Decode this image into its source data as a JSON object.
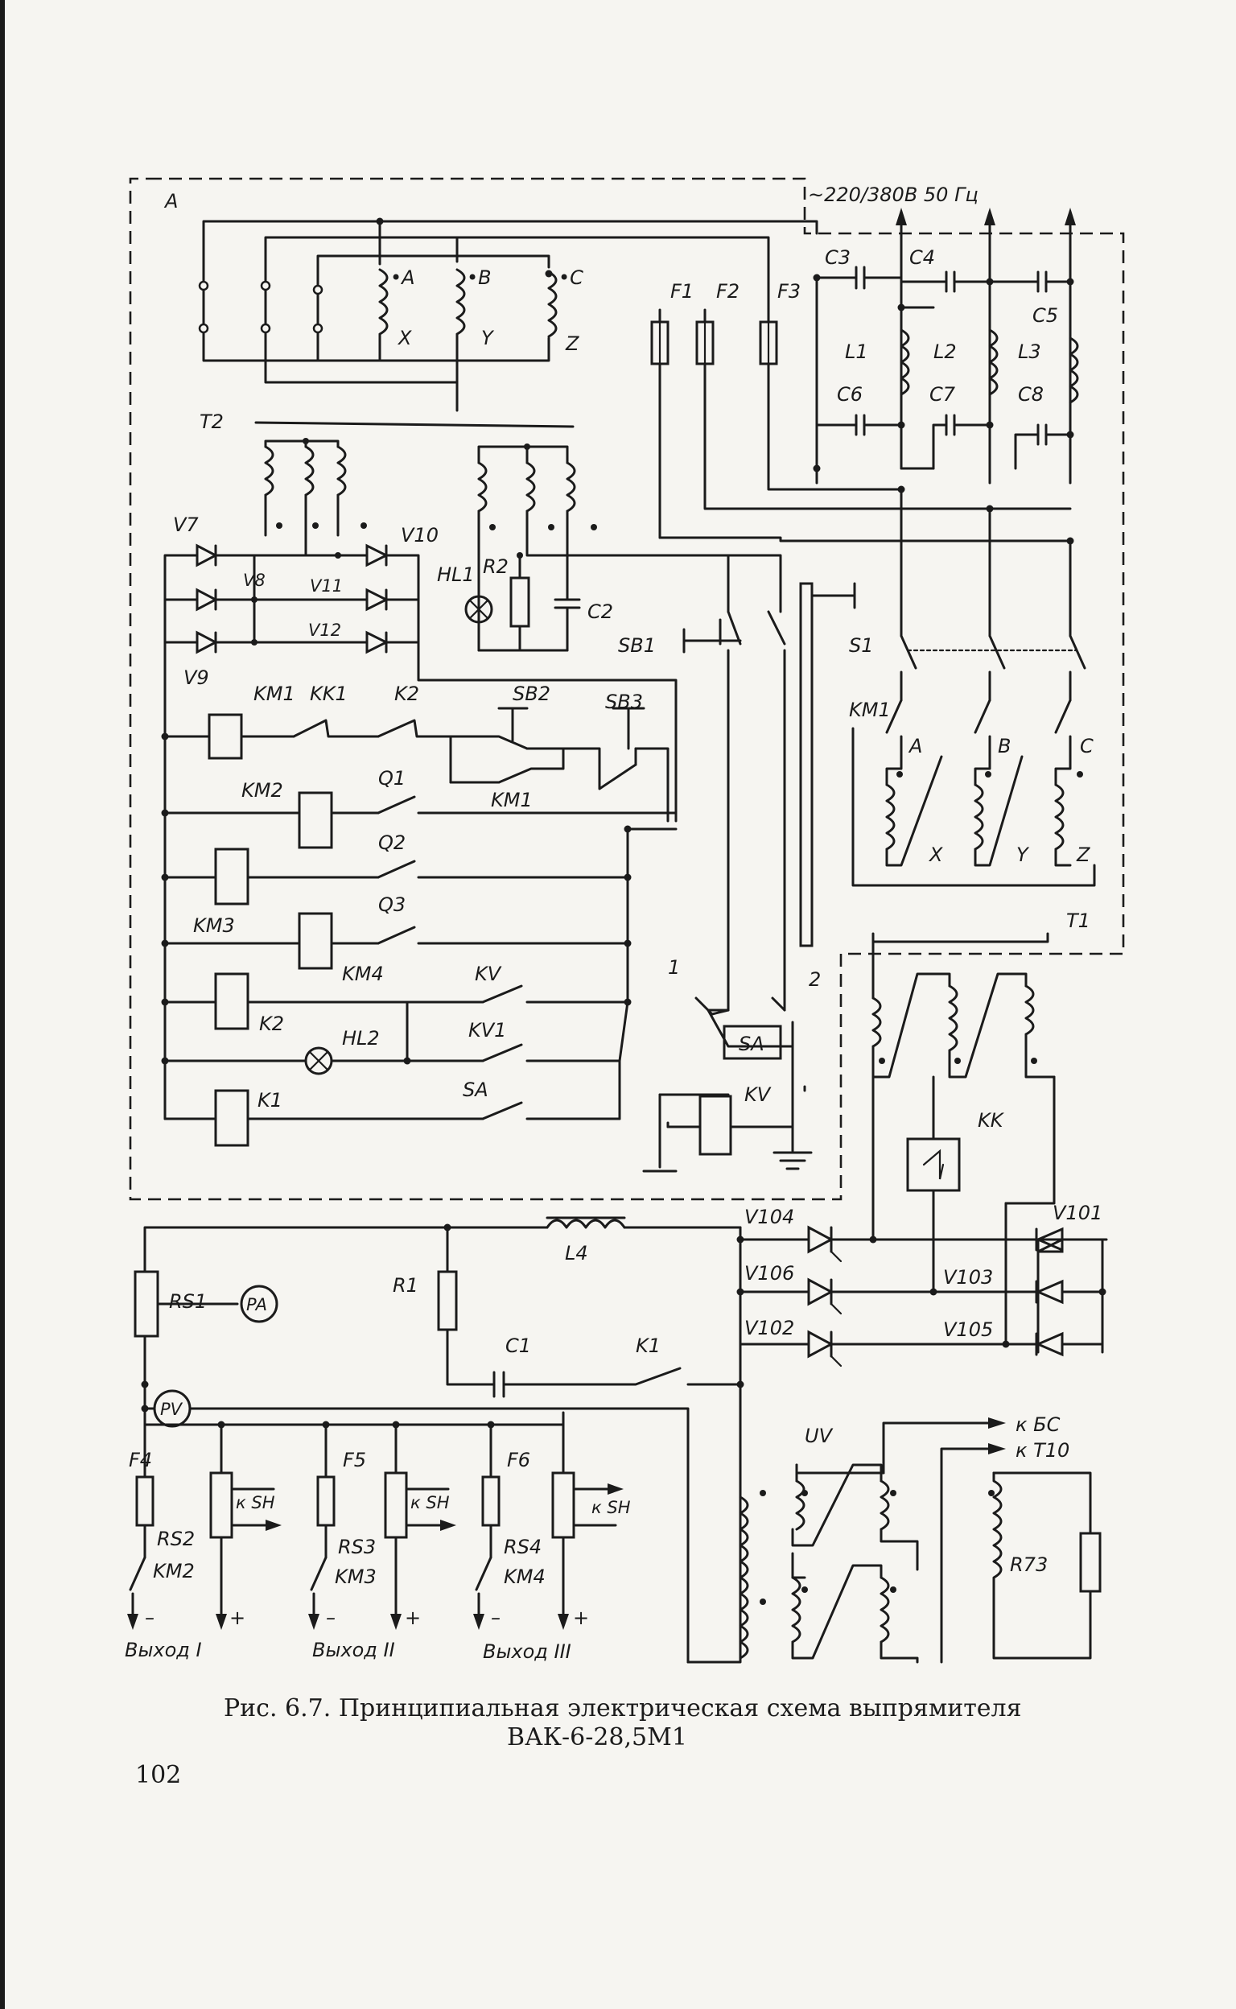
{
  "caption": {
    "line1": "Рис. 6.7. Принципиальная электрическая схема выпрямителя",
    "line2": "ВАК-6-28,5М1"
  },
  "page_number": "102",
  "supply": {
    "label": "~220/380В 50 Гц"
  },
  "labels": {
    "A": "A",
    "T2": "T2",
    "T1": "T1",
    "wA": "•A",
    "wB": "•B",
    "wC": "•C",
    "wX": "X",
    "wY": "Y",
    "wZ": "Z",
    "F1": "F1",
    "F2": "F2",
    "F3": "F3",
    "C3": "C3",
    "C4": "C4",
    "C5": "C5",
    "C6": "C6",
    "C7": "C7",
    "C8": "C8",
    "L1": "L1",
    "L2": "L2",
    "L3": "L3",
    "V7": "V7",
    "V8": "V8",
    "V9": "V9",
    "V10": "V10",
    "V11": "V11",
    "V12": "V12",
    "HL1": "HL1",
    "R2": "R2",
    "C2": "C2",
    "SB1": "SB1",
    "SB2": "SB2",
    "SB3": "SB3",
    "S1": "S1",
    "KM1": "KM1",
    "KK1": "KK1",
    "K2": "K2",
    "KM1b": "KM1",
    "KM2": "KM2",
    "Q1": "Q1",
    "Q2": "Q2",
    "Q3": "Q3",
    "KM3": "KM3",
    "KM4": "KM4",
    "KV": "KV",
    "KV1": "KV1",
    "K2b": "K2",
    "HL2": "HL2",
    "SA": "SA",
    "K1": "K1",
    "SAbox": "SA",
    "KVbox": "KV",
    "n1": "1",
    "n2": "2",
    "KM1t": "KM1",
    "tA": "A",
    "tB": "B",
    "tC": "C",
    "tX": "X",
    "tY": "Y",
    "tZ": "Z",
    "KK": "KK",
    "V101": "V101",
    "V103": "V103",
    "V104": "V104",
    "V105": "V105",
    "V106": "V106",
    "V102": "V102",
    "L4": "L4",
    "R1": "R1",
    "C1": "C1",
    "K1b": "K1",
    "RS1": "RS1",
    "PA": "PA",
    "PV": "PV",
    "F4": "F4",
    "F5": "F5",
    "F6": "F6",
    "kSH1": "к SH",
    "kSH2": "к SH",
    "kSH3": "к SH",
    "RS2": "RS2",
    "RS3": "RS3",
    "RS4": "RS4",
    "KM2b": "KM2",
    "KM3b": "KM3",
    "KM4b": "KM4",
    "minus1": "–",
    "plus1": "+",
    "minus2": "–",
    "plus2": "+",
    "minus3": "–",
    "plus3": "+",
    "out1": "Выход I",
    "out2": "Выход II",
    "out3": "Выход III",
    "UV": "UV",
    "kBS": "к БС",
    "kT10": "к T10",
    "R73": "R73"
  }
}
